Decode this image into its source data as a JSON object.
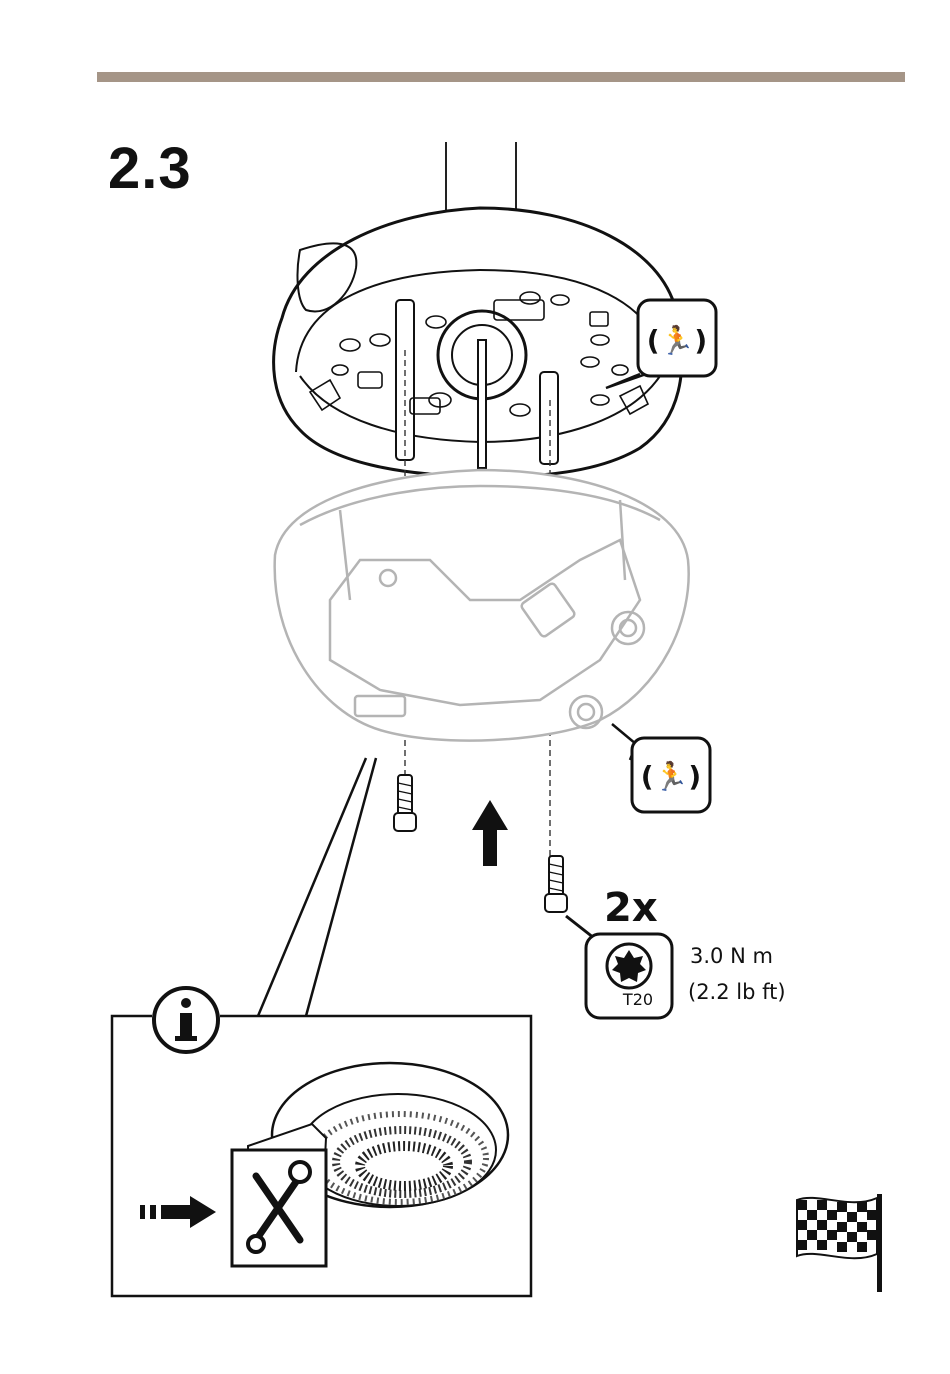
{
  "step_number": "2.3",
  "screw_count": "2x",
  "torque_metric": "3.0 N m",
  "torque_imperial": "(2.2 lb ft)",
  "tool_label": "T20",
  "icons": {
    "alarm": "tamper-alarm-icon",
    "info": "info-icon",
    "manual": "service-manual-icon",
    "finish": "checkered-flag-icon"
  },
  "colors": {
    "rule": "#a59587",
    "ink": "#111111",
    "ghost": "#b4b4b4"
  }
}
